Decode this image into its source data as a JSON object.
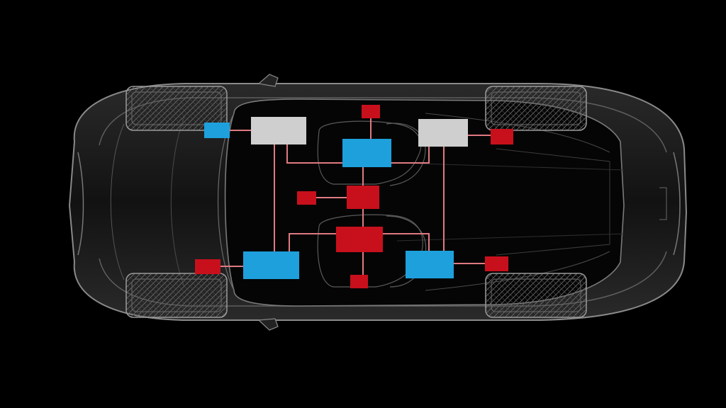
{
  "diagram": {
    "background": "#000000",
    "colors": {
      "body_outline": "#9a9a9a",
      "body_fill": "#1a1a1a",
      "glass": "#0b0b0b",
      "wheel": "#8c8c8c",
      "wire": "#e07a82",
      "module_blue": "#1ea0dc",
      "module_red": "#c8101c",
      "module_gray": "#cfcfcf"
    },
    "modules": {
      "gray": [
        "module-gray-front-left",
        "module-gray-front-right"
      ],
      "blue": [
        "module-blue-center",
        "module-blue-front-left-wheel",
        "module-blue-rear-left",
        "module-blue-rear-right"
      ],
      "red": [
        "module-red-top",
        "module-red-front-right-wheel",
        "module-red-center",
        "module-red-center-small",
        "module-red-lower-center",
        "module-red-bottom",
        "module-red-rear-left-wheel",
        "module-red-rear-right-wheel"
      ]
    },
    "icons": [
      "car-body-icon",
      "tire-front-left-icon",
      "tire-front-right-icon",
      "tire-rear-left-icon",
      "tire-rear-right-icon",
      "seat-icon"
    ]
  }
}
